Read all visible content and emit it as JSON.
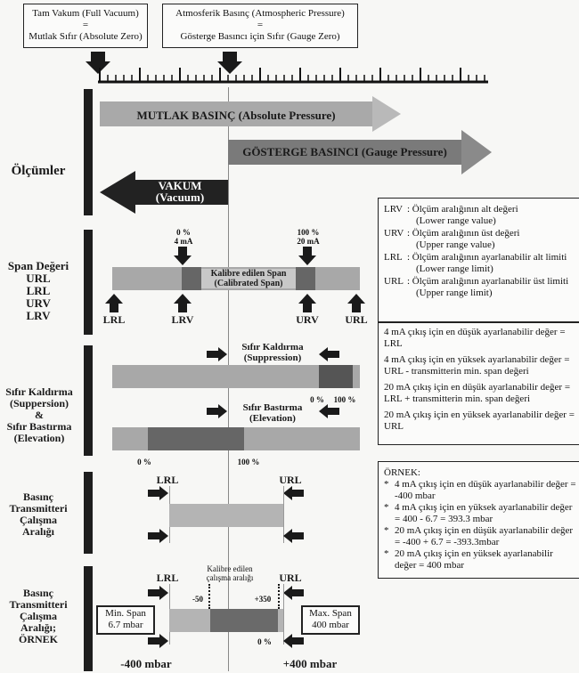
{
  "top": {
    "full_vacuum_line1": "Tam Vakum (Full Vacuum)",
    "full_vacuum_eq": "=",
    "full_vacuum_line2": "Mutlak Sıfır (Absolute Zero)",
    "atm_line1": "Atmosferik Basınç (Atmospheric Pressure)",
    "atm_eq": "=",
    "atm_line2": "Gösterge Basıncı için Sıfır (Gauge Zero)"
  },
  "measurements": {
    "title": "Ölçümler",
    "absolute": "MUTLAK BASINÇ (Absolute Pressure)",
    "gauge": "GÖSTERGE BASINCI (Gauge Pressure)",
    "vacuum_line1": "VAKUM",
    "vacuum_line2": "(Vacuum)"
  },
  "span": {
    "title": "Span Değeri\nURL\nLRL\nURV\nLRV",
    "zero_pct": "0 %",
    "zero_ma": "4 mA",
    "hundred_pct": "100 %",
    "hundred_ma": "20 mA",
    "calibrated_line1": "Kalibre edilen Span",
    "calibrated_line2": "(Calibrated Span)",
    "lrl": "LRL",
    "lrv": "LRV",
    "urv": "URV",
    "url": "URL"
  },
  "legend_box": [
    {
      "key": "LRV",
      "text": ": Ölçüm aralığının alt değeri",
      "sub": "(Lower range value)"
    },
    {
      "key": "URV",
      "text": ": Ölçüm aralığının üst değeri",
      "sub": "(Upper range value)"
    },
    {
      "key": "LRL",
      "text": ": Ölçüm aralığının ayarlanabilir alt limiti",
      "sub": "(Lower range limit)"
    },
    {
      "key": "URL",
      "text": ": Ölçüm aralığının ayarlanabilir üst limiti",
      "sub": "(Upper range limit)"
    }
  ],
  "suppression": {
    "title": "Sıfır Kaldırma\n(Suppersion)\n&\nSıfır Bastırma\n(Elevation)",
    "supp_line1": "Sıfır Kaldırma",
    "supp_line2": "(Suppression)",
    "supp_zero": "0 %",
    "supp_hundred": "100 %",
    "elev_line1": "Sıfır Bastırma",
    "elev_line2": "(Elevation)",
    "elev_zero": "0 %",
    "elev_hundred": "100 %"
  },
  "ma_box": [
    "4 mA çıkış için en düşük ayarlanabilir değer = LRL",
    "4 mA çıkış için en yüksek ayarlanabilir değer = URL - transmitterin min. span değeri",
    "20 mA çıkış için en düşük ayarlanabilir değer = LRL + transmitterin min. span değeri",
    "20 mA çıkış için en yüksek ayarlanabilir değer = URL"
  ],
  "range": {
    "title": "Basınç\nTransmitteri\nÇalışma\nAralığı",
    "lrl": "LRL",
    "url": "URL"
  },
  "example_box": {
    "title": "ÖRNEK:",
    "items": [
      "4 mA çıkış için en düşük ayarlanabilir değer = -400 mbar",
      "4 mA çıkış için en yüksek ayarlanabilir değer = 400 - 6.7 = 393.3 mbar",
      "20 mA çıkış için en düşük ayarlanabilir değer = -400 + 6.7 = -393.3mbar",
      "20 mA çıkış için en yüksek ayarlanabilir değer = 400 mbar"
    ]
  },
  "example": {
    "title": "Basınç\nTransmitteri\nÇalışma\nAralığı;\nÖRNEK",
    "lrl": "LRL",
    "url": "URL",
    "calibrated_line1": "Kalibre edilen",
    "calibrated_line2": "çalışma aralığı",
    "minus50": "-50",
    "plus350": "+350",
    "min_span_line1": "Min. Span",
    "min_span_line2": "6.7 mbar",
    "max_span_line1": "Max. Span",
    "max_span_line2": "400 mbar",
    "zero_pct": "0 %",
    "minus400": "-400 mbar",
    "plus400": "+400 mbar"
  }
}
